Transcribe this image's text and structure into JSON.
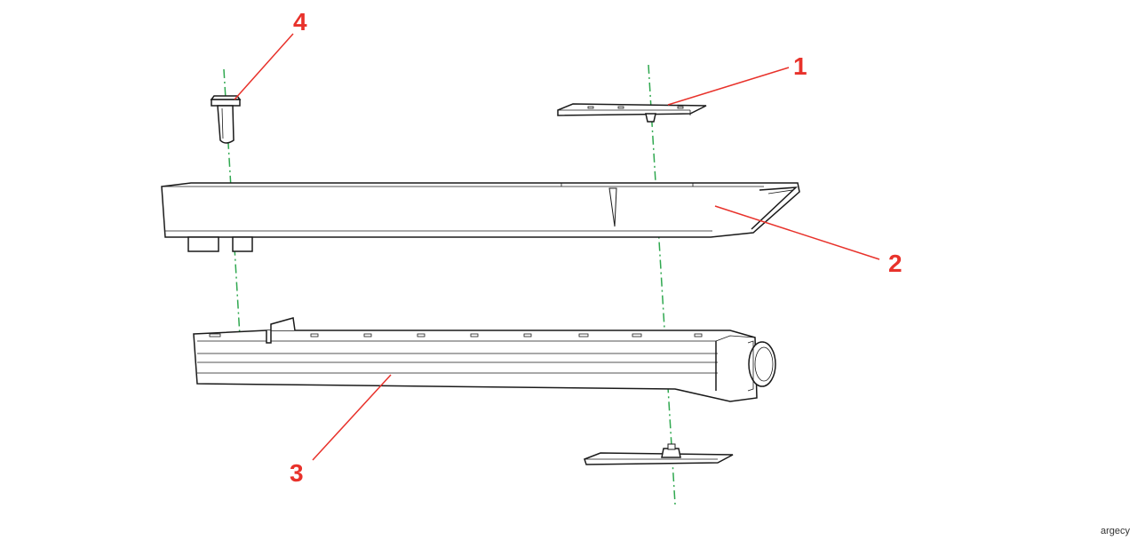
{
  "callouts": {
    "c1": "1",
    "c2": "2",
    "c3": "3",
    "c4": "4"
  },
  "watermark": "argecy",
  "colors": {
    "callout": "#e8322b",
    "line": "#1a1a1a",
    "axis": "#2fa84f",
    "fill": "#ffffff"
  }
}
